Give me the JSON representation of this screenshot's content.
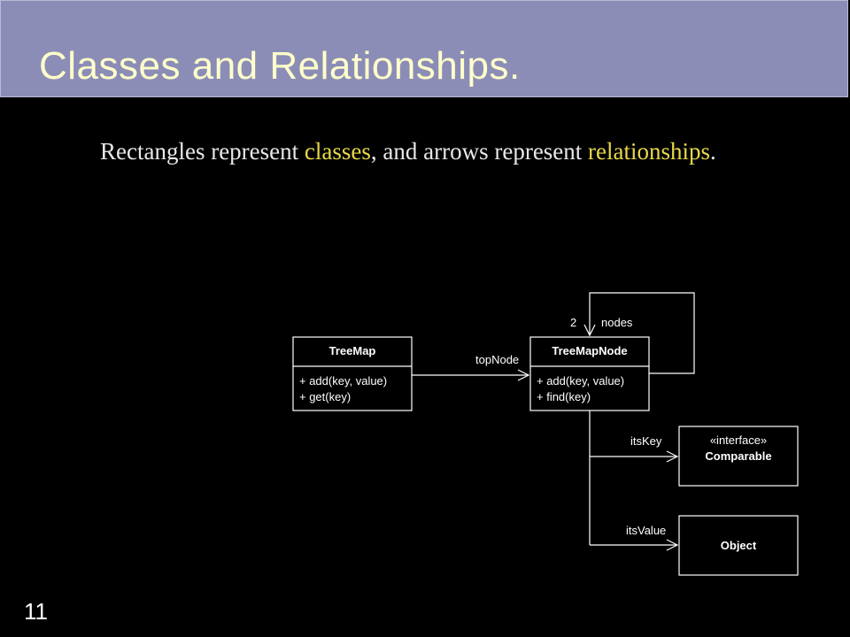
{
  "slide": {
    "title": "Classes and Relationships.",
    "subtitle": {
      "part1": "Rectangles represent ",
      "hl1": "classes",
      "part2": ",  and arrows represent ",
      "hl2": "relationships",
      "part3": "."
    },
    "number": "11"
  },
  "colors": {
    "title_bar": "#8c8db6",
    "title_text": "#ffffcc",
    "highlight": "#e8d84a",
    "background": "#000000"
  },
  "diagram": {
    "classes": {
      "treemap": {
        "name": "TreeMap",
        "ops": [
          "+ add(key, value)",
          "+ get(key)"
        ]
      },
      "treemapnode": {
        "name": "TreeMapNode",
        "ops": [
          "+ add(key, value)",
          "+ find(key)"
        ]
      },
      "comparable": {
        "stereotype": "«interface»",
        "name": "Comparable"
      },
      "object": {
        "name": "Object"
      }
    },
    "relations": {
      "top_node": "topNode",
      "nodes_multiplicity": "2",
      "nodes": "nodes",
      "its_key": "itsKey",
      "its_value": "itsValue"
    }
  }
}
